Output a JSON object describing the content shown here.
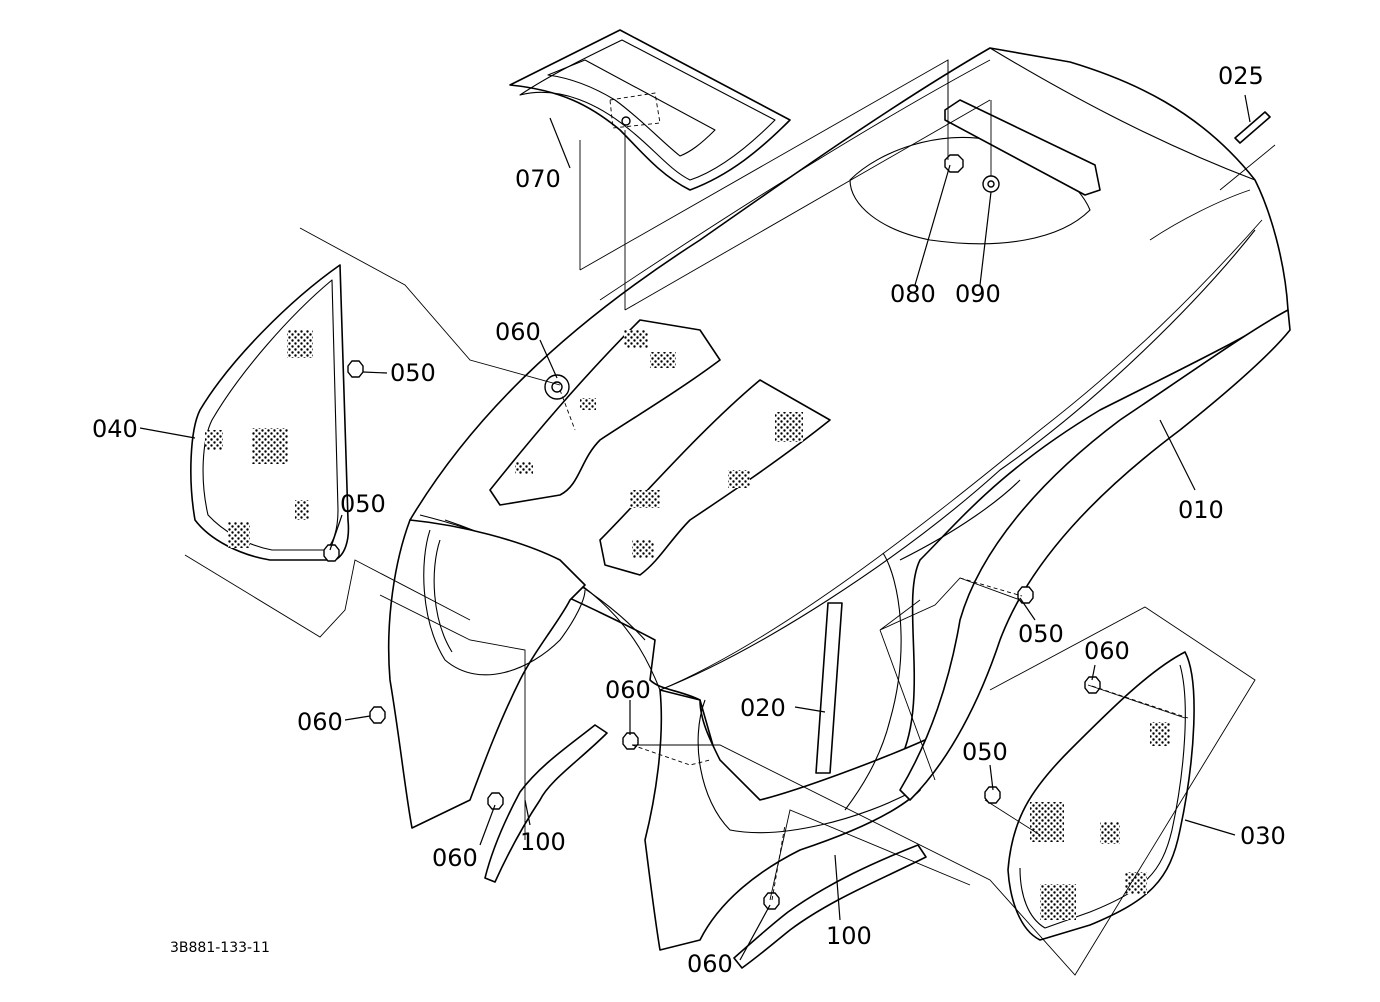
{
  "diagram": {
    "drawing_code": "3B881-133-11",
    "part_labels": {
      "p010": "010",
      "p020": "020",
      "p025": "025",
      "p030": "030",
      "p040": "040",
      "p050a": "050",
      "p050b": "050",
      "p050c": "050",
      "p050d": "050",
      "p060a": "060",
      "p060b": "060",
      "p060c": "060",
      "p060d": "060",
      "p060e": "060",
      "p060f": "060",
      "p070": "070",
      "p080": "080",
      "p090": "090",
      "p100a": "100",
      "p100b": "100"
    }
  }
}
